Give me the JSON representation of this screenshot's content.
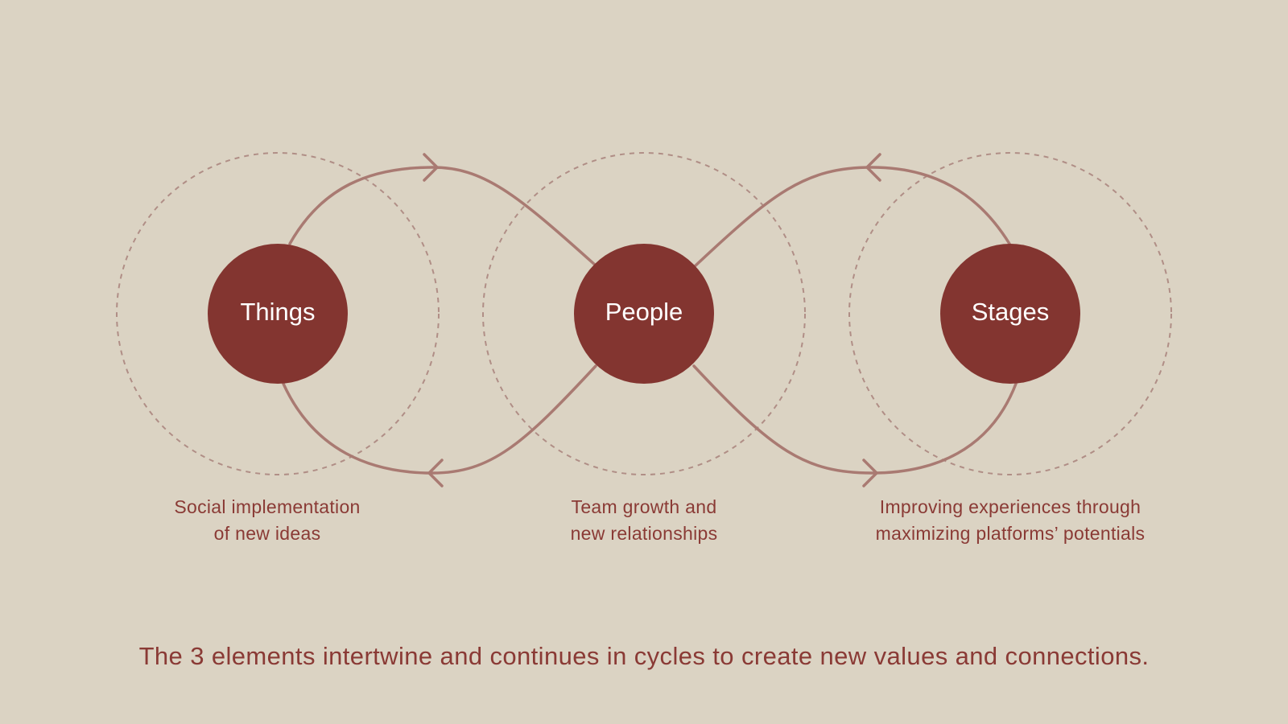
{
  "nodes": [
    {
      "label": "Things",
      "caption": "Social implementation of new ideas",
      "caption_lines": [
        "Social implementation",
        "of new ideas"
      ]
    },
    {
      "label": "People",
      "caption": "Team growth and new relationships",
      "caption_lines": [
        "Team growth and",
        "new relationships"
      ]
    },
    {
      "label": "Stages",
      "caption": "Improving experiences through maximizing platforms’ potentials",
      "caption_lines": [
        "Improving experiences through",
        "maximizing platforms’ potentials"
      ]
    }
  ],
  "footer": "The 3 elements intertwine and continues in cycles to create new values and connections.",
  "colors": {
    "background": "#dbd3c3",
    "node": "#833530",
    "flow": "#a97a72",
    "dashed": "#b08e86",
    "text": "#8a3a35"
  }
}
